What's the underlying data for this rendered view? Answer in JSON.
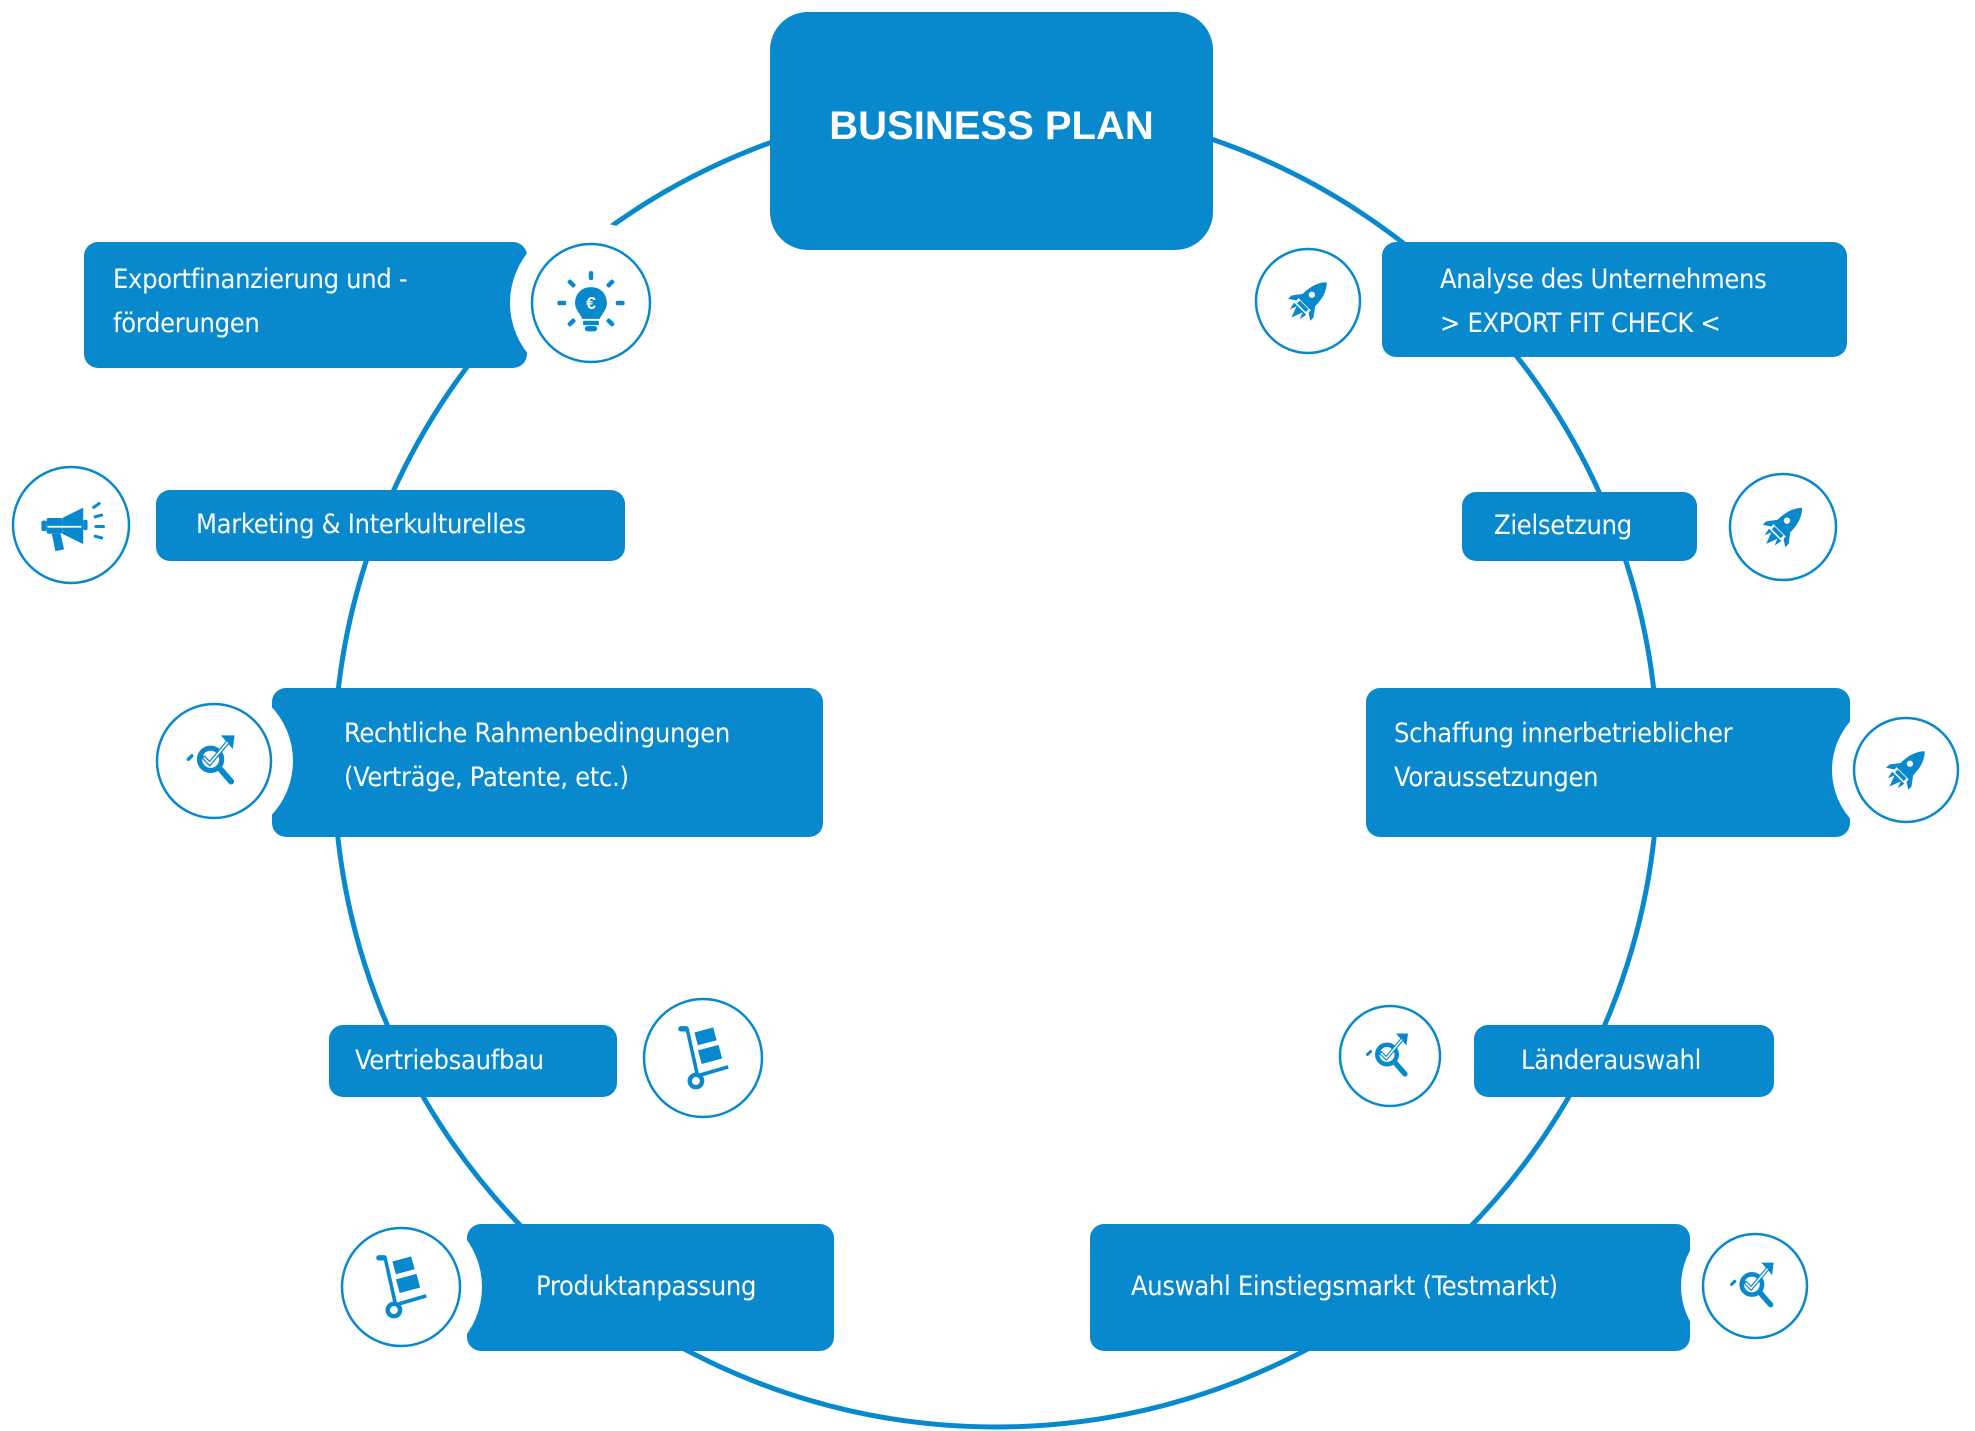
{
  "diagram": {
    "title": "BUSINESS PLAN",
    "colors": {
      "primary": "#0889CD",
      "background": "#FFFFFF",
      "text_on_primary": "#FFFFFF"
    },
    "steps": [
      {
        "id": "exportfinanzierung",
        "lines": [
          "Exportfinanzierung und -",
          "förderungen"
        ],
        "icon": "lightbulb-euro-icon",
        "side": "left"
      },
      {
        "id": "marketing",
        "lines": [
          "Marketing & Interkulturelles"
        ],
        "icon": "megaphone-icon",
        "side": "left"
      },
      {
        "id": "rechtliche",
        "lines": [
          "Rechtliche Rahmenbedingungen",
          "(Verträge, Patente, etc.)"
        ],
        "icon": "target-search-icon",
        "side": "left"
      },
      {
        "id": "vertriebsaufbau",
        "lines": [
          "Vertriebsaufbau"
        ],
        "icon": "hand-truck-icon",
        "side": "left"
      },
      {
        "id": "produktanpassung",
        "lines": [
          "Produktanpassung"
        ],
        "icon": "hand-truck-icon",
        "side": "left"
      },
      {
        "id": "analyse",
        "lines": [
          "Analyse des Unternehmens",
          "> EXPORT FIT CHECK <"
        ],
        "icon": "rocket-icon",
        "side": "right"
      },
      {
        "id": "zielsetzung",
        "lines": [
          "Zielsetzung"
        ],
        "icon": "rocket-icon",
        "side": "right"
      },
      {
        "id": "schaffung",
        "lines": [
          "Schaffung innerbetrieblicher",
          "Voraussetzungen"
        ],
        "icon": "rocket-icon",
        "side": "right"
      },
      {
        "id": "laenderauswahl",
        "lines": [
          "Länderauswahl"
        ],
        "icon": "target-search-icon",
        "side": "right"
      },
      {
        "id": "auswahl-einstiegsmarkt",
        "lines": [
          "Auswahl Einstiegsmarkt (Testmarkt)"
        ],
        "icon": "target-search-icon",
        "side": "right"
      }
    ]
  }
}
